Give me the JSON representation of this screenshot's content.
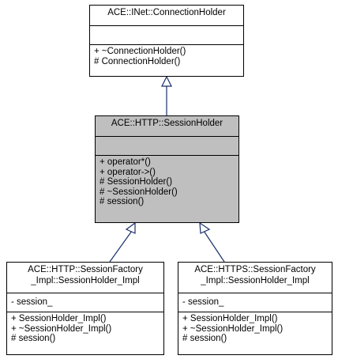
{
  "diagram": {
    "type": "uml-class-inheritance",
    "classes": [
      {
        "id": "connection_holder",
        "title_lines": [
          "ACE::INet::ConnectionHolder"
        ],
        "attributes": [],
        "operations": [
          "+ ~ConnectionHolder()",
          "# ConnectionHolder()"
        ],
        "highlighted": false
      },
      {
        "id": "session_holder",
        "title_lines": [
          "ACE::HTTP::SessionHolder"
        ],
        "attributes": [],
        "operations": [
          "+ operator*()",
          "+ operator->()",
          "# SessionHolder()",
          "# ~SessionHolder()",
          "# session()"
        ],
        "highlighted": true
      },
      {
        "id": "http_session_holder_impl",
        "title_lines": [
          "ACE::HTTP::SessionFactory",
          "_Impl::SessionHolder_Impl"
        ],
        "attributes": [
          "- session_"
        ],
        "operations": [
          "+ SessionHolder_Impl()",
          "+ ~SessionHolder_Impl()",
          "# session()"
        ],
        "highlighted": false
      },
      {
        "id": "https_session_holder_impl",
        "title_lines": [
          "ACE::HTTPS::SessionFactory",
          "_Impl::SessionHolder_Impl"
        ],
        "attributes": [
          "- session_"
        ],
        "operations": [
          "+ SessionHolder_Impl()",
          "+ ~SessionHolder_Impl()",
          "# session()"
        ],
        "highlighted": false
      }
    ],
    "inheritance": [
      {
        "from": "session_holder",
        "to": "connection_holder"
      },
      {
        "from": "http_session_holder_impl",
        "to": "session_holder"
      },
      {
        "from": "https_session_holder_impl",
        "to": "session_holder"
      }
    ],
    "colors": {
      "highlight_fill": "#bfbfbf",
      "default_fill": "#ffffff",
      "line": "#1a2f6b",
      "border": "#000000"
    }
  }
}
